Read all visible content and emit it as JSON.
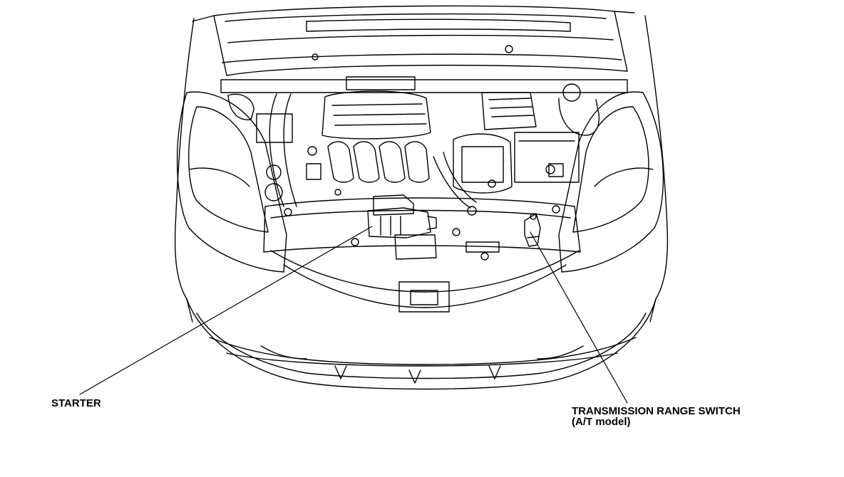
{
  "labels": {
    "starter": "STARTER",
    "transmission_range_switch": "TRANSMISSION RANGE SWITCH",
    "transmission_range_switch_note": "(A/T model)"
  },
  "colors": {
    "line": "#000000",
    "background": "#ffffff"
  }
}
